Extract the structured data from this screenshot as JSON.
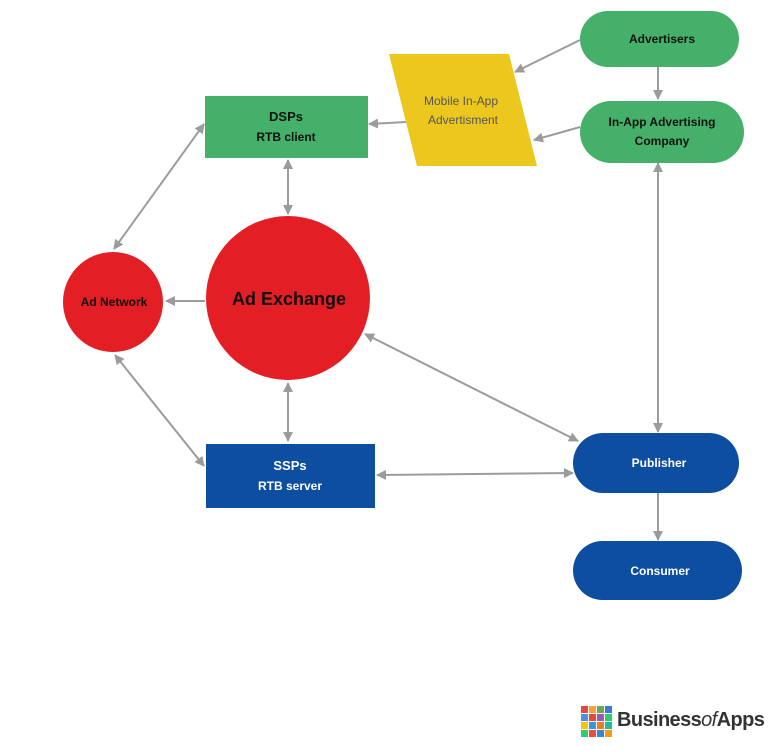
{
  "colors": {
    "green": "#44b06a",
    "red": "#e31e24",
    "blue": "#0d4ea1",
    "yellow": "#ecc81f",
    "arrow": "#9b9b9b",
    "text_light": "#ffffff",
    "text_dark": "#111111"
  },
  "nodes": {
    "advertisers": {
      "label": "Advertisers"
    },
    "in_app_company": {
      "line1": "In-App Advertising",
      "line2": "Company"
    },
    "mobile_ad": {
      "line1": "Mobile In-App",
      "line2": "Advertisment"
    },
    "dsps": {
      "line1": "DSPs",
      "line2": "RTB client"
    },
    "ad_exchange": {
      "label": "Ad Exchange"
    },
    "ad_network": {
      "label": "Ad Network"
    },
    "ssps": {
      "line1": "SSPs",
      "line2": "RTB server"
    },
    "publisher": {
      "label": "Publisher"
    },
    "consumer": {
      "label": "Consumer"
    }
  },
  "logo": {
    "name_part1": "Business",
    "name_part2": "of",
    "name_part3": "Apps",
    "tile_colors": [
      "#e8463b",
      "#f2a23a",
      "#6aa84f",
      "#3c78d8",
      "#4a90e2",
      "#e8463b",
      "#9b59b6",
      "#2ecc71",
      "#f1c40f",
      "#3498db",
      "#e67e22",
      "#1abc9c",
      "#2ecc71",
      "#e74c3c",
      "#3d85c6",
      "#f39c12"
    ]
  }
}
